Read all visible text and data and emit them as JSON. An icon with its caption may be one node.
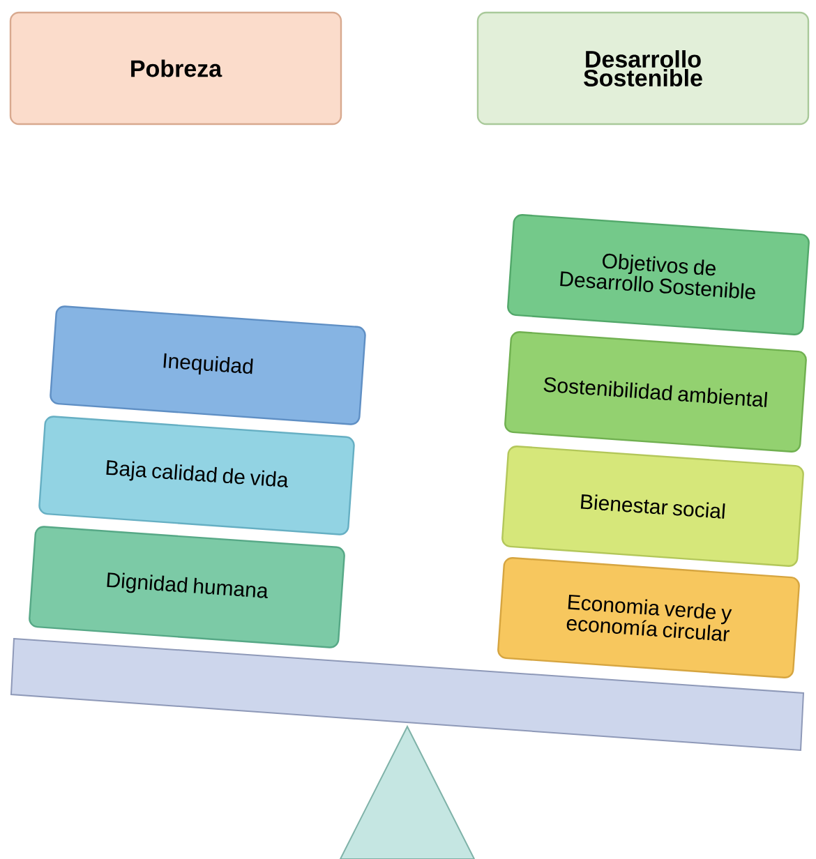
{
  "diagram": {
    "nodes": [
      {
        "text": [
          "Pobreza"
        ]
      },
      {
        "text": [
          "Desarrollo Sostenible"
        ]
      },
      {
        "text": [
          "Inequidad"
        ]
      },
      {
        "text": [
          "Baja calidad de vida"
        ]
      },
      {
        "text": [
          "Dignidad humana"
        ]
      },
      {
        "text": [
          "Objetivos de Desarrollo Sostenible"
        ]
      },
      {
        "text": [
          "Sostenibilidad ambiental"
        ]
      },
      {
        "text": [
          "Bienestar social"
        ]
      },
      {
        "text": [
          "Economia verde y economía circular"
        ]
      }
    ]
  }
}
